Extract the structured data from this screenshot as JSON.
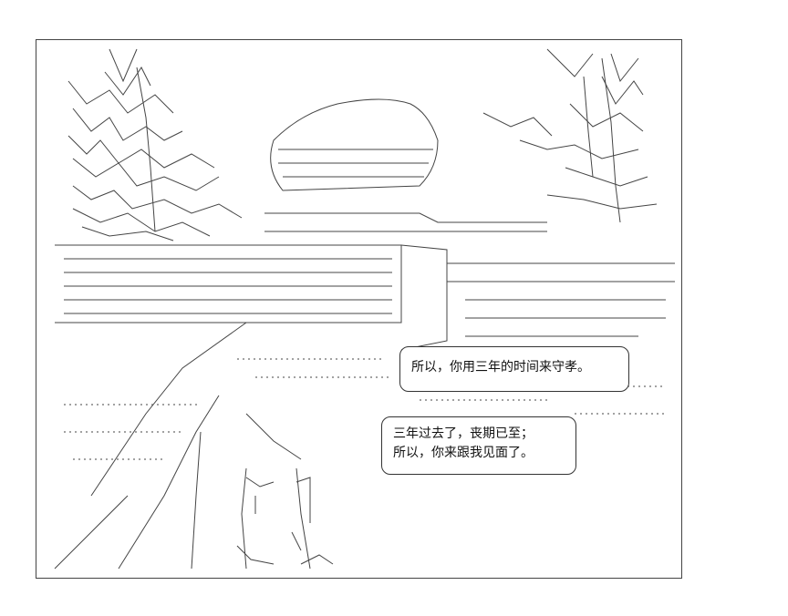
{
  "dialogue": {
    "bubble1": {
      "text": "所以，你用三年的时间来守孝。"
    },
    "bubble2": {
      "line1": "三年过去了，丧期已至；",
      "line2": "所以，你来跟我见面了。"
    }
  },
  "colors": {
    "ink": "#333333",
    "paper": "#ffffff"
  }
}
